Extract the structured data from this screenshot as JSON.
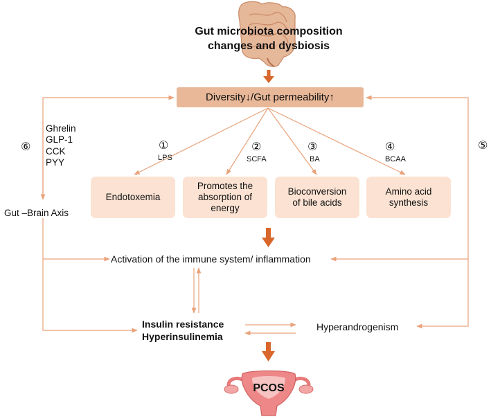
{
  "title_lines": [
    "Gut microbiota composition",
    "changes and dysbiosis"
  ],
  "center_box": "Diversity↓/Gut permeability↑",
  "mechanisms": [
    {
      "number": "①",
      "abbrev": "LPS",
      "effect_lines": [
        "Endotoxemia"
      ]
    },
    {
      "number": "②",
      "abbrev": "SCFA",
      "effect_lines": [
        "Promotes the",
        "absorption of",
        "energy"
      ]
    },
    {
      "number": "③",
      "abbrev": "BA",
      "effect_lines": [
        "Bioconversion",
        "of bile acids"
      ]
    },
    {
      "number": "④",
      "abbrev": "BCAA",
      "effect_lines": [
        "Amino acid",
        "synthesis"
      ]
    }
  ],
  "left_path": {
    "number": "⑥",
    "hormones": [
      "Ghrelin",
      "GLP-1",
      "CCK",
      "PYY"
    ],
    "axis_label": "Gut –Brain Axis"
  },
  "right_path": {
    "number": "⑤"
  },
  "immune_text": "Activation of the immune system/ inflammation",
  "insulin_lines": [
    "Insulin resistance",
    "Hyperinsulinemia"
  ],
  "hyperandrogenism": "Hyperandrogenism",
  "outcome": "PCOS",
  "colors": {
    "arrow": "#e9a27a",
    "block_arrow": "#d9662a",
    "box": "#e8b898",
    "mech_box": "#fbe2d2",
    "uterus": "#e87a7a"
  },
  "icons": {
    "top": "intestine-icon",
    "bottom": "uterus-icon"
  }
}
